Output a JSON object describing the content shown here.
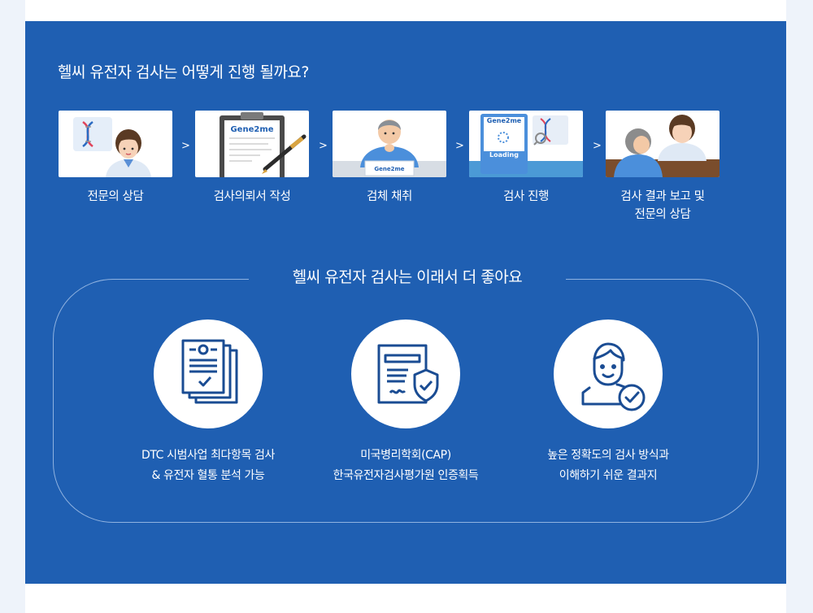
{
  "title": "헬씨 유전자 검사는 어떻게 진행 될까요?",
  "steps": [
    {
      "label": "전문의 상담"
    },
    {
      "label": "검사의뢰서 작성",
      "brand": "Gene2me"
    },
    {
      "label": "검체 채취",
      "brand": "Gene2me"
    },
    {
      "label": "검사 진행",
      "brand": "Gene2me",
      "status": "Loading"
    },
    {
      "label_line1": "검사 결과 보고 및",
      "label_line2": "전문의 상담"
    }
  ],
  "arrow": ">",
  "benefits_title": "헬씨 유전자 검사는 이래서 더 좋아요",
  "benefits": [
    {
      "line1": "DTC 시범사업 최다항목 검사",
      "line2": "& 유전자 혈통 분석 가능",
      "icon": "documents-icon"
    },
    {
      "line1": "미국병리학회(CAP)",
      "line2": "한국유전자검사평가원 인증획득",
      "icon": "certificate-shield-icon"
    },
    {
      "line1": "높은 정확도의 검사 방식과",
      "line2": "이해하기 쉬운 결과지",
      "icon": "person-check-icon"
    }
  ],
  "colors": {
    "panel": "#1f5fb2",
    "accent_dark": "#1a4c93",
    "line": "#8fb2e0"
  }
}
